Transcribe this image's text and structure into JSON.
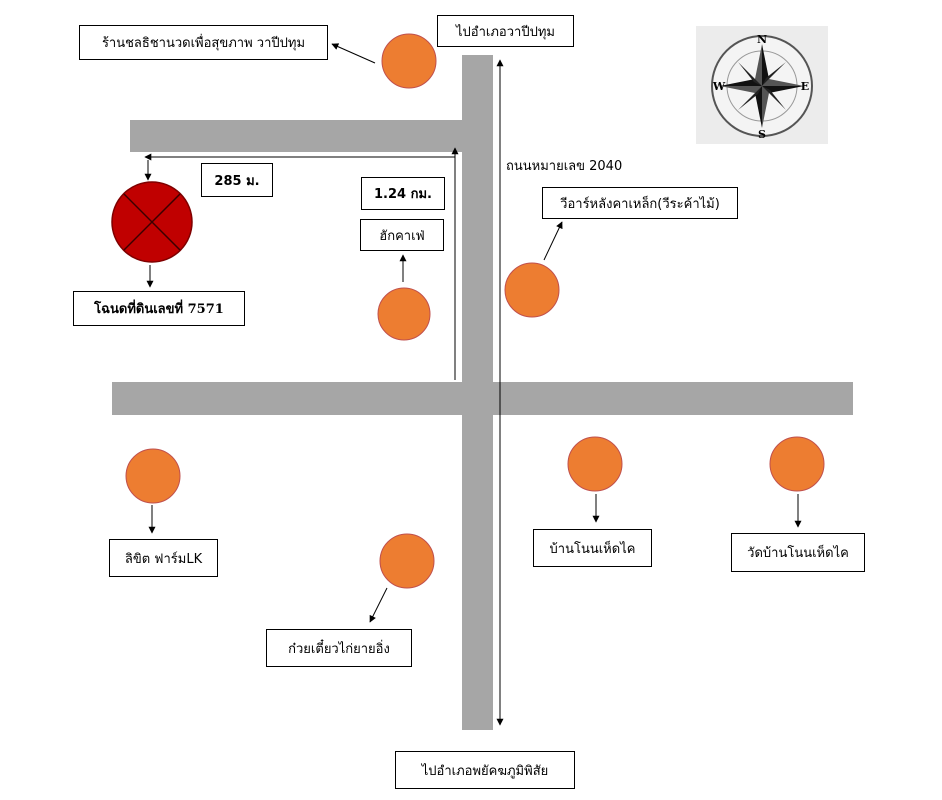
{
  "labels": {
    "spa": "ร้านชลธิชานวดเพื่อสุขภาพ วาปีปทุม",
    "to_wapi": "ไปอำเภอวาปีปทุม",
    "distance_285": "285 ม.",
    "distance_124": "1.24 กม.",
    "cafe": "ฮักคาเฟ่",
    "road_no": "ถนนหมายเลข 2040",
    "steel_roof": "วีอาร์หลังคาเหล็ก(วีระค้าไม้)",
    "deed": "โฉนดที่ดินเลขที่ 7571",
    "lisit_farm": "ลิขิต ฟาร์มLK",
    "noodle": "ก๋วยเตี๋ยวไก่ยายอิ่ง",
    "ban_non": "บ้านโนนเห็ดไค",
    "wat_ban_non": "วัดบ้านโนนเห็ดไค",
    "to_phayakkhaphum": "ไปอำเภอพยัคฆภูมิพิสัย"
  },
  "compass": {
    "n": "N",
    "s": "S",
    "e": "E",
    "w": "W"
  },
  "colors": {
    "road": "#a6a6a6",
    "marker": "#ed7d31",
    "marker_stroke": "#c0504d",
    "site_marker": "#c00000",
    "site_stroke": "#7f0000"
  }
}
